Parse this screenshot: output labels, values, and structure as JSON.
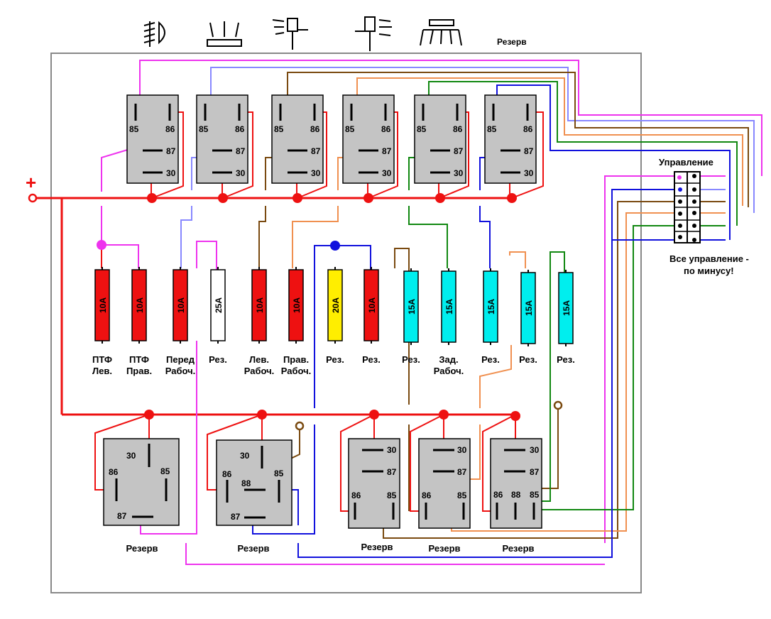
{
  "top_reserve_label": "Резерв",
  "header_icons": [
    "fog-light-icon",
    "work-light-icon",
    "front-light-icon",
    "rear-light-icon",
    "roof-light-icon"
  ],
  "power_plus": "+",
  "control": {
    "title": "Управление",
    "note_line1": "Все управление -",
    "note_line2": "по минусу!"
  },
  "top_relays": [
    {
      "p85": "85",
      "p86": "86",
      "p87": "87",
      "p30": "30"
    },
    {
      "p85": "85",
      "p86": "86",
      "p87": "87",
      "p30": "30"
    },
    {
      "p85": "85",
      "p86": "86",
      "p87": "87",
      "p30": "30"
    },
    {
      "p85": "85",
      "p86": "86",
      "p87": "87",
      "p30": "30"
    },
    {
      "p85": "85",
      "p86": "86",
      "p87": "87",
      "p30": "30"
    },
    {
      "p85": "85",
      "p86": "86",
      "p87": "87",
      "p30": "30"
    }
  ],
  "fuses": [
    {
      "rating": "10A",
      "color": "#ee1111",
      "label1": "ПТФ",
      "label2": "Лев."
    },
    {
      "rating": "10A",
      "color": "#ee1111",
      "label1": "ПТФ",
      "label2": "Прав."
    },
    {
      "rating": "10A",
      "color": "#ee1111",
      "label1": "Перед",
      "label2": "Рабоч."
    },
    {
      "rating": "25A",
      "color": "#ffffff",
      "label1": "Рез.",
      "label2": ""
    },
    {
      "rating": "10A",
      "color": "#ee1111",
      "label1": "Лев.",
      "label2": "Рабоч."
    },
    {
      "rating": "10A",
      "color": "#ee1111",
      "label1": "Прав.",
      "label2": "Рабоч."
    },
    {
      "rating": "20A",
      "color": "#ffee00",
      "label1": "Рез.",
      "label2": ""
    },
    {
      "rating": "10A",
      "color": "#ee1111",
      "label1": "Рез.",
      "label2": ""
    },
    {
      "rating": "15A",
      "color": "#00eeee",
      "label1": "Рез.",
      "label2": ""
    },
    {
      "rating": "15A",
      "color": "#00eeee",
      "label1": "Зад.",
      "label2": "Рабоч."
    },
    {
      "rating": "15A",
      "color": "#00eeee",
      "label1": "Рез.",
      "label2": ""
    },
    {
      "rating": "15A",
      "color": "#00eeee",
      "label1": "Рез.",
      "label2": ""
    },
    {
      "rating": "15A",
      "color": "#00eeee",
      "label1": "Рез.",
      "label2": ""
    }
  ],
  "bottom_relays": [
    {
      "caption": "Резерв",
      "pins": {
        "p30": "30",
        "p86": "86",
        "p85": "85",
        "p87": "87"
      }
    },
    {
      "caption": "Резерв",
      "pins": {
        "p30": "30",
        "p86": "86",
        "p85": "85",
        "p87": "87",
        "p88": "88"
      }
    },
    {
      "caption": "Резерв",
      "pins": {
        "p30": "30",
        "p87": "87",
        "p86": "86",
        "p85": "85"
      }
    },
    {
      "caption": "Резерв",
      "pins": {
        "p30": "30",
        "p87": "87",
        "p86": "86",
        "p85": "85"
      }
    },
    {
      "caption": "Резерв",
      "pins": {
        "p30": "30",
        "p87": "87",
        "p86": "86",
        "p88": "88",
        "p85": "85"
      }
    }
  ],
  "wire_colors": {
    "power": "#ee1111",
    "magenta": "#ee33ee",
    "lavender": "#8888ff",
    "brown": "#7a4a10",
    "orange": "#f09050",
    "green": "#118811",
    "blue": "#1111dd"
  }
}
